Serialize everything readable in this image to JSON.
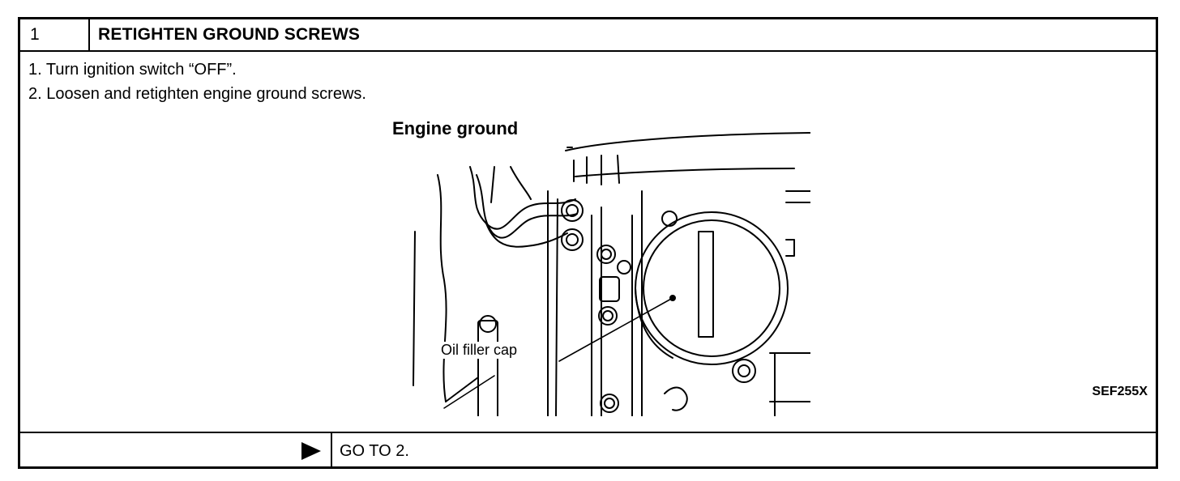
{
  "step": {
    "number": "1",
    "title": "RETIGHTEN GROUND SCREWS"
  },
  "instructions": [
    "1.  Turn ignition switch “OFF”.",
    "2.  Loosen and retighten engine ground screws."
  ],
  "figure": {
    "label_engine_ground": "Engine ground",
    "label_oil_filler_cap": "Oil filler cap",
    "ref_code": "SEF255X"
  },
  "footer": {
    "arrow_icon": "right-triangle-icon",
    "next_action": "GO TO 2."
  }
}
